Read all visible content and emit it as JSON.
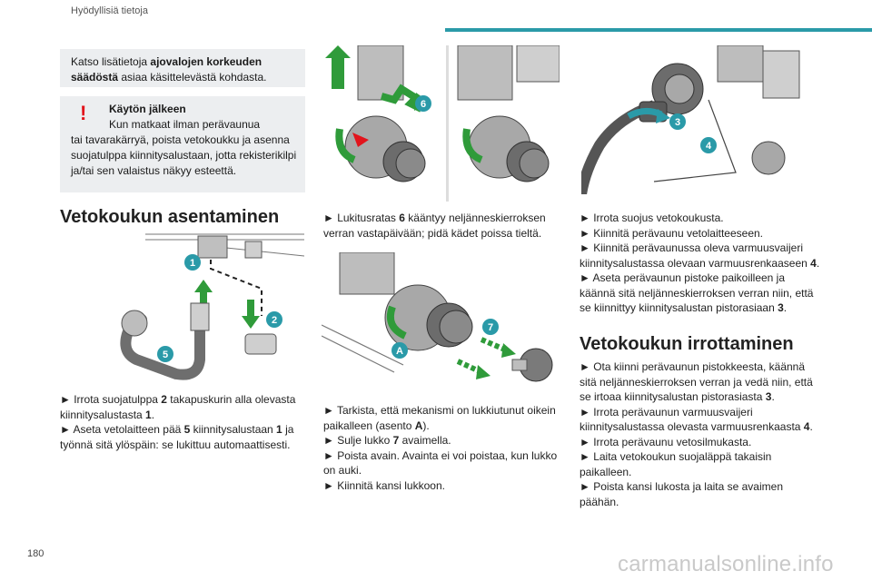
{
  "header": {
    "title": "Hyödyllisiä tietoja",
    "accent_color": "#2a9aa8"
  },
  "page_number": "180",
  "watermark": "carmanualsonline.info",
  "info_box": {
    "t1": "Katso lisätietoja ",
    "b1": "ajovalojen korkeuden säädöstä",
    "t2": " asiaa käsittelevästä kohdasta."
  },
  "warning_box": {
    "icon": "exclamation-icon",
    "title": "Käytön jälkeen",
    "line1": "Kun matkaat ilman perävaunua",
    "rest": "tai tavarakärryä, poista vetokoukku ja asenna suojatulppa kiinnitysalustaan, jotta rekisterikilpi ja/tai sen valaistus näkyy esteettä."
  },
  "section_install": {
    "title": "Vetokoukun asentaminen",
    "figure_labels": [
      "1",
      "2",
      "5"
    ],
    "s1a": "► Irrota suojatulppa ",
    "s1b": "2",
    "s1c": " takapuskurin alla olevasta kiinnitysalustasta ",
    "s1d": "1",
    "s1e": ".",
    "s2a": "► Aseta vetolaitteen pää ",
    "s2b": "5",
    "s2c": " kiinnitysalustaan ",
    "s2d": "1",
    "s2e": " ja työnnä sitä ylöspäin: se lukittuu automaattisesti."
  },
  "column2": {
    "figure_top_labels": [
      "6"
    ],
    "figure_mid_labels": [
      "7",
      "A"
    ],
    "s1a": "► Lukitusratas ",
    "s1b": "6",
    "s1c": " kääntyy neljänneskierroksen verran vastapäivään; pidä kädet poissa tieltä.",
    "s2a": "► Tarkista, että mekanismi on lukkiutunut oikein paikalleen (asento ",
    "s2b": "A",
    "s2c": ").",
    "s3a": "► Sulje lukko ",
    "s3b": "7",
    "s3c": " avaimella.",
    "s4": "► Poista avain. Avainta ei voi poistaa, kun lukko on auki.",
    "s5": "► Kiinnitä kansi lukkoon."
  },
  "column3": {
    "figure_labels": [
      "3",
      "4"
    ],
    "s1": "► Irrota suojus vetokoukusta.",
    "s2": "► Kiinnitä perävaunu vetolaitteeseen.",
    "s3": "► Kiinnitä perävaunussa oleva varmuusvaijeri kiinnitysalustassa olevaan varmuusrenkaaseen",
    "s3b": "4",
    "s3c": ".",
    "s4a": "► Aseta perävaunun pistoke paikoilleen ja käännä sitä neljänneskierroksen verran niin, että se kiinnittyy kiinnitysalustan pistorasiaan ",
    "s4b": "3",
    "s4c": "."
  },
  "section_remove": {
    "title": "Vetokoukun irrottaminen",
    "s1a": "► Ota kiinni perävaunun pistokkeesta, käännä sitä neljänneskierroksen verran ja vedä niin, että se irtoaa kiinnitysalustan pistorasiasta ",
    "s1b": "3",
    "s1c": ".",
    "s2a": "► Irrota perävaunun varmuusvaijeri kiinnitysalustassa olevasta varmuusrenkaasta ",
    "s2b": "4",
    "s2c": ".",
    "s3": "► Irrota perävaunu vetosilmukasta.",
    "s4": "► Laita vetokoukun suojaläppä takaisin paikalleen.",
    "s5": "► Poista kansi lukosta ja laita se avaimen päähän."
  },
  "colors": {
    "arrow_green": "#2f9b3a",
    "badge_blue": "#2a9aa8",
    "warning_red": "#e2141c"
  }
}
